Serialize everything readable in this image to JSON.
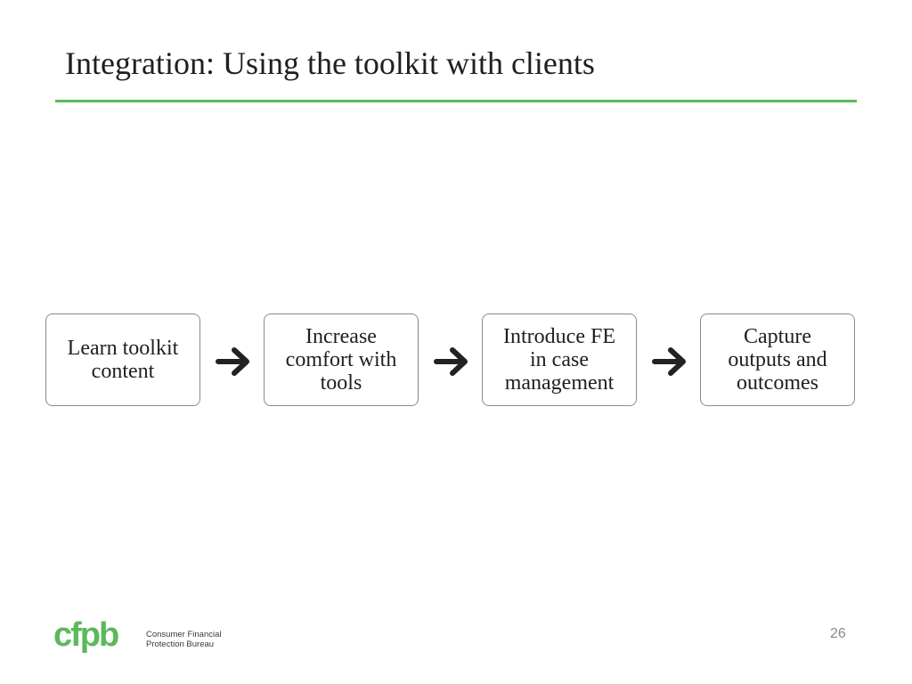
{
  "slide": {
    "title": "Integration: Using the toolkit with clients",
    "page_number": "26",
    "accent_color": "#5cb85c"
  },
  "steps": [
    {
      "lines": [
        "Learn toolkit",
        "content"
      ]
    },
    {
      "lines": [
        "Increase",
        "comfort with",
        "tools"
      ]
    },
    {
      "lines": [
        "Introduce FE",
        "in case",
        "management"
      ]
    },
    {
      "lines": [
        "Capture",
        "outputs and",
        "outcomes"
      ]
    }
  ],
  "arrow_icon": "arrow-right-icon",
  "logo": {
    "mark": "cfpb",
    "line1": "Consumer Financial",
    "line2": "Protection Bureau"
  }
}
